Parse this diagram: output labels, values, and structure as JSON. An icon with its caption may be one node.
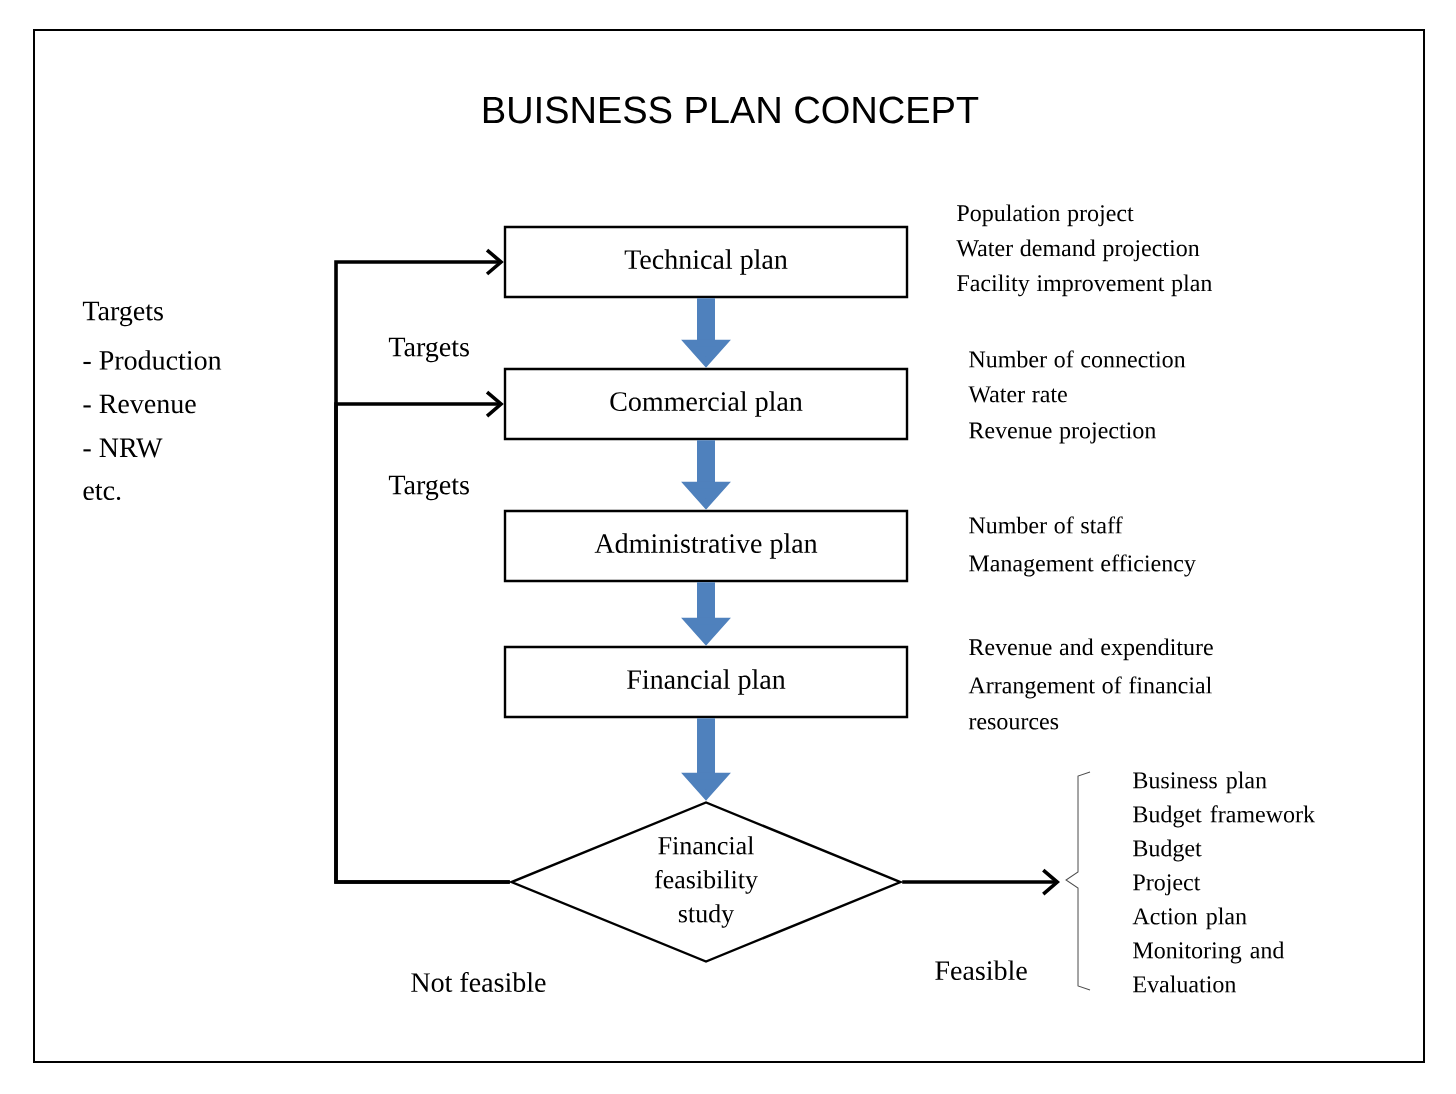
{
  "diagram": {
    "title": "BUISNESS PLAN CONCEPT",
    "nodes": [
      {
        "text": [
          "Technical plan"
        ],
        "beside": [
          "Population project",
          "Water demand projection",
          "Facility improvement plan"
        ]
      },
      {
        "text": [
          "Commercial plan"
        ],
        "beside": [
          "Number of connection",
          "Water rate",
          "Revenue projection"
        ]
      },
      {
        "text": [
          "Administrative plan"
        ],
        "beside": [
          "Number of staff",
          "Management efficiency"
        ]
      },
      {
        "text": [
          "Financial plan"
        ],
        "beside": [
          "Revenue and expenditure",
          "Arrangement of financial resources"
        ]
      },
      {
        "text": [
          "Financial feasibility study"
        ]
      },
      {
        "text": [
          "Business plan",
          "Budget framework",
          "Budget",
          "Project",
          "Action plan",
          "Monitoring and Evaluation"
        ]
      }
    ],
    "edges": [
      {
        "from": 0,
        "to": 1,
        "arrow": "to"
      },
      {
        "from": 1,
        "to": 2,
        "arrow": "to"
      },
      {
        "from": 2,
        "to": 3,
        "arrow": "to"
      },
      {
        "from": 3,
        "to": 4,
        "arrow": "to"
      },
      {
        "from": 4,
        "to": 0,
        "arrow": "to",
        "color": "#000000"
      },
      {
        "from": 4,
        "to": 1,
        "arrow": "to",
        "color": "#000000"
      },
      {
        "from": 4,
        "to": 5,
        "arrow": "to",
        "label": "Feasible",
        "color": "#000000"
      }
    ],
    "labels": [
      "Targets",
      "- Production",
      "- Revenue",
      "- NRW",
      "etc.",
      "Targets",
      "Targets",
      "Not feasible"
    ]
  }
}
